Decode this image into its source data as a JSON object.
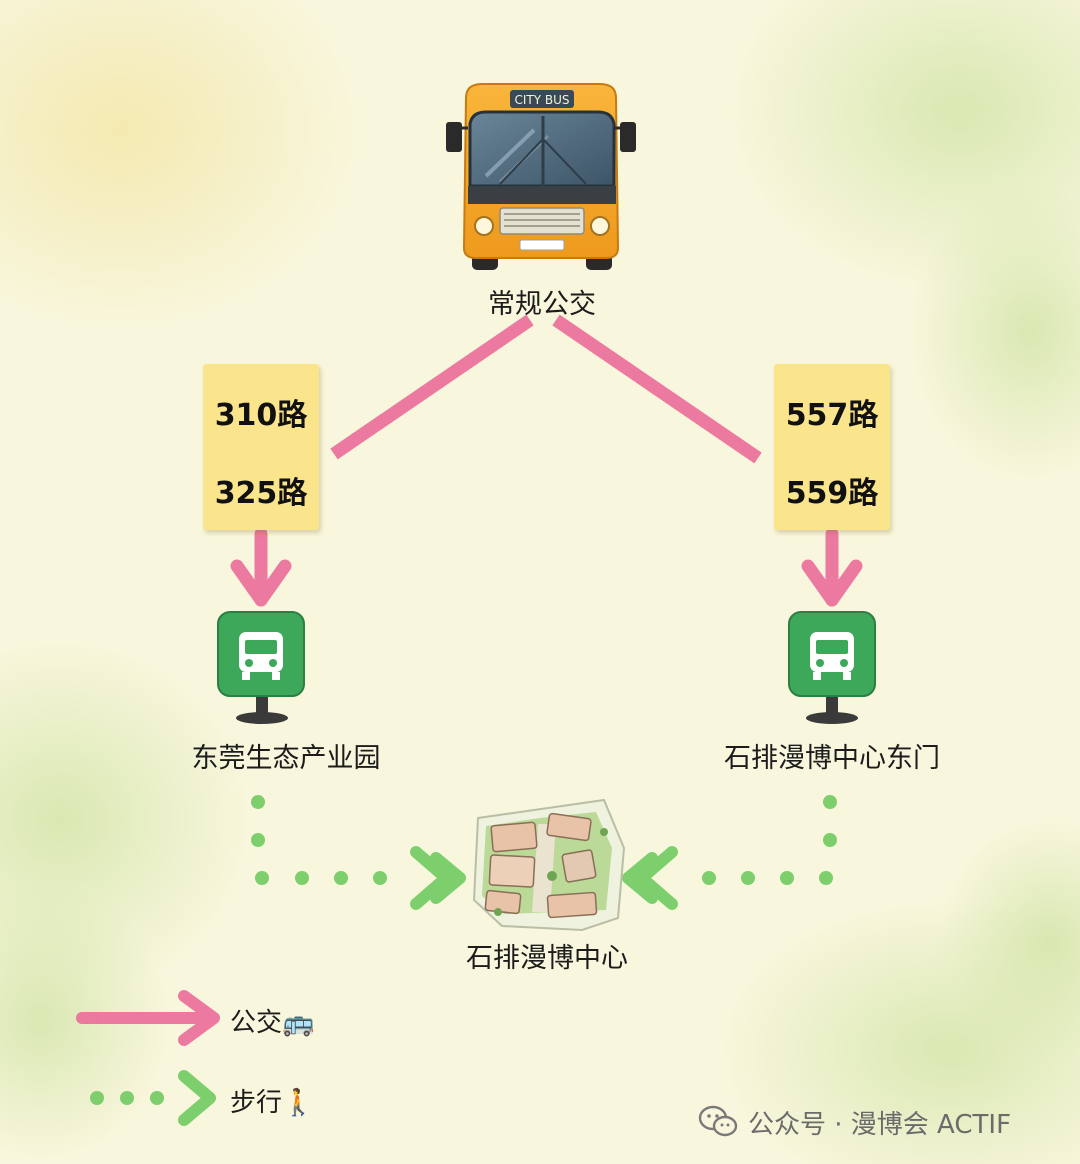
{
  "hub": {
    "label": "常规公交"
  },
  "bus_sign": {
    "text": "CITY BUS"
  },
  "left_routes": [
    "310路",
    "325路"
  ],
  "right_routes": [
    "557路",
    "559路"
  ],
  "left_stop": {
    "label": "东莞生态产业园"
  },
  "right_stop": {
    "label": "石排漫博中心东门"
  },
  "destination": {
    "label": "石排漫博中心"
  },
  "legend": {
    "bus_label": "公交🚌",
    "walk_label": "步行🚶"
  },
  "watermark": {
    "text": "公众号 · 漫博会 ACTIF"
  },
  "colors": {
    "bus_line": "#ec6f9b",
    "walk_line": "#7ccf6c",
    "stop_sign": "#3ea85a",
    "note": "#fbe58c",
    "background": "#f8f6dc"
  }
}
